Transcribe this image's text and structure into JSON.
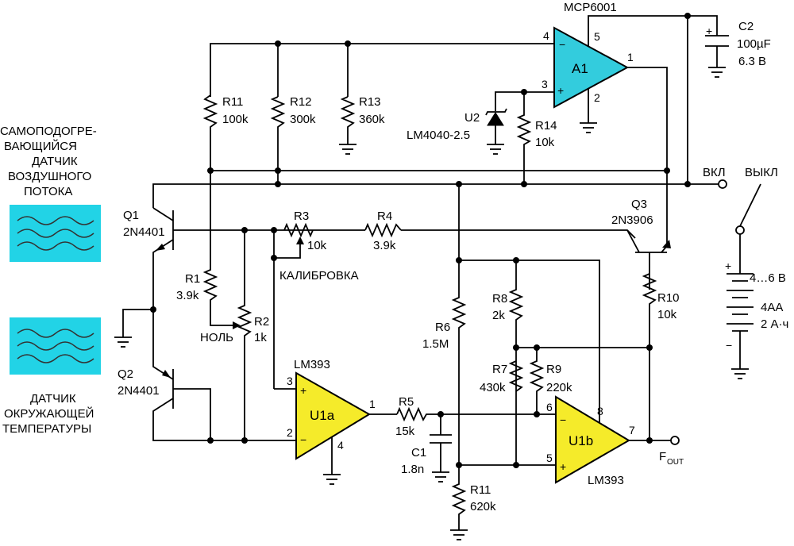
{
  "components": {
    "A1": {
      "name": "A1",
      "part": "MCP6001",
      "pin4": "4",
      "pin5": "5",
      "pin3": "3",
      "pin2": "2",
      "pin1": "1"
    },
    "C2": {
      "name": "C2",
      "value1": "100µF",
      "value2": "6.3 В"
    },
    "R11_top": {
      "name": "R11",
      "value": "100k"
    },
    "R12": {
      "name": "R12",
      "value": "300k"
    },
    "R13": {
      "name": "R13",
      "value": "360k"
    },
    "U2": {
      "name": "U2",
      "part": "LM4040-2.5"
    },
    "R14": {
      "name": "R14",
      "value": "10k"
    },
    "Q1": {
      "name": "Q1",
      "part": "2N4401"
    },
    "Q2": {
      "name": "Q2",
      "part": "2N4401"
    },
    "Q3": {
      "name": "Q3",
      "part": "2N3906"
    },
    "R3": {
      "name": "R3",
      "value": "10k"
    },
    "R4": {
      "name": "R4",
      "value": "3.9k"
    },
    "R1": {
      "name": "R1",
      "value": "3.9k"
    },
    "R2": {
      "name": "R2",
      "value": "1k"
    },
    "R6": {
      "name": "R6",
      "value": "1.5M"
    },
    "R8": {
      "name": "R8",
      "value": "2k"
    },
    "R7": {
      "name": "R7",
      "value": "430k"
    },
    "R9": {
      "name": "R9",
      "value": "220k"
    },
    "R10": {
      "name": "R10",
      "value": "10k"
    },
    "R5": {
      "name": "R5",
      "value": "15k"
    },
    "C1": {
      "name": "C1",
      "value": "1.8n"
    },
    "R11_bot": {
      "name": "R11",
      "value": "620k"
    },
    "U1a": {
      "name": "U1a",
      "part": "LM393",
      "pin3": "3",
      "pin2": "2",
      "pin1": "1",
      "pin4": "4"
    },
    "U1b": {
      "name": "U1b",
      "part": "LM393",
      "pin6": "6",
      "pin5": "5",
      "pin8": "8",
      "pin7": "7"
    },
    "battery": {
      "voltage": "4…6 В",
      "type": "4AA",
      "capacity": "2 А·ч"
    }
  },
  "labels": {
    "sensor1_line1": "САМОПОДОГРЕ-",
    "sensor1_line2": "ВАЮЩИЙСЯ",
    "sensor1_line3": "ДАТЧИК",
    "sensor1_line4": "ВОЗДУШНОГО",
    "sensor1_line5": "ПОТОКА",
    "sensor2_line1": "ДАТЧИК",
    "sensor2_line2": "ОКРУЖАЮЩЕЙ",
    "sensor2_line3": "ТЕМПЕРАТУРЫ",
    "calibration": "КАЛИБРОВКА",
    "zero": "НОЛЬ",
    "switch_on": "ВКЛ",
    "switch_off": "ВЫКЛ",
    "fout_main": "F",
    "fout_sub": "OUT",
    "plus": "+",
    "minus": "−"
  },
  "colors": {
    "opamp_A1": "#33ccdd",
    "opamp_U1": "#f5eb2a",
    "sensor_fill": "#22d3e6"
  }
}
